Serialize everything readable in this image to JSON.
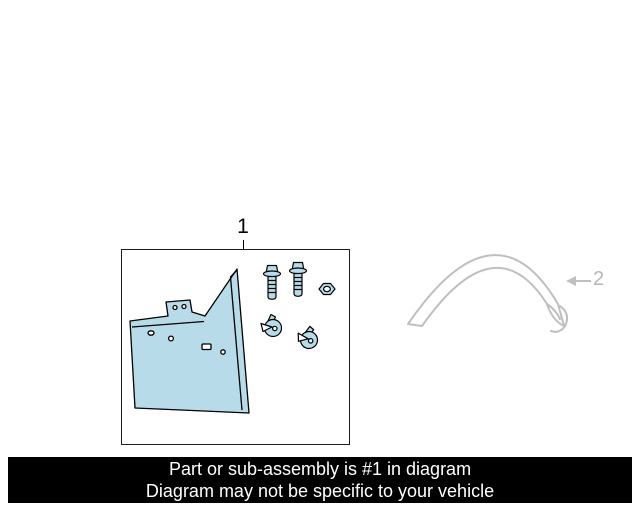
{
  "callouts": {
    "part1": "1",
    "part2": "2"
  },
  "banner": {
    "line1": "Part or sub-assembly is #1 in diagram",
    "line2": "Diagram may not be specific to your vehicle"
  },
  "colors": {
    "part_fill": "#b7dbe9",
    "part_outline": "#000000",
    "ghost_stroke": "#bfbfbf",
    "callout2_text": "#b5b5b5",
    "banner_bg": "#000000",
    "banner_text": "#ffffff"
  },
  "icons": {
    "part1_illustrations": [
      "mud-guard",
      "flange-bolt",
      "flange-bolt",
      "hex-nut",
      "retainer-clip",
      "retainer-clip"
    ],
    "part2_illustration": "wheel-arch-trim",
    "callout2_arrow": "left-arrow"
  }
}
